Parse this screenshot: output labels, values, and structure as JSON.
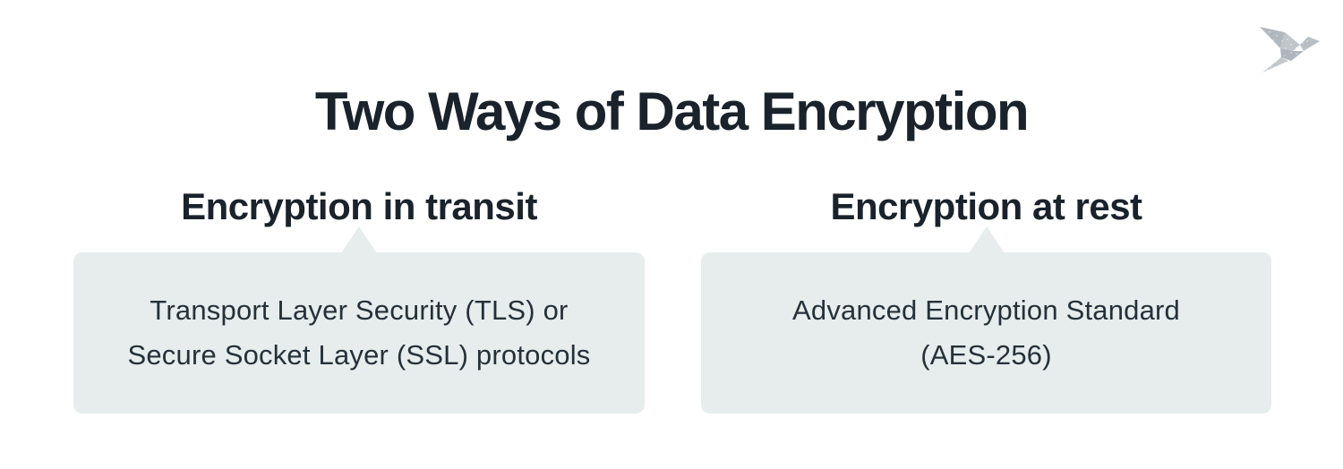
{
  "page": {
    "title": "Two Ways of Data Encryption"
  },
  "logo": {
    "icon": "origami-bird-icon"
  },
  "columns": [
    {
      "heading": "Encryption in transit",
      "box": {
        "line1": "Transport Layer Security (TLS) or",
        "line2": "Secure Socket Layer (SSL) protocols"
      }
    },
    {
      "heading": "Encryption at rest",
      "box": {
        "line1": "Advanced Encryption Standard",
        "line2": "(AES-256)"
      }
    }
  ],
  "colors": {
    "page_background": "#ffffff",
    "box_background": "#e6edec",
    "title_text": "#1a222b",
    "heading_text": "#1a222b",
    "body_text": "#25313a",
    "logo_gray": "#b6bdc2"
  }
}
